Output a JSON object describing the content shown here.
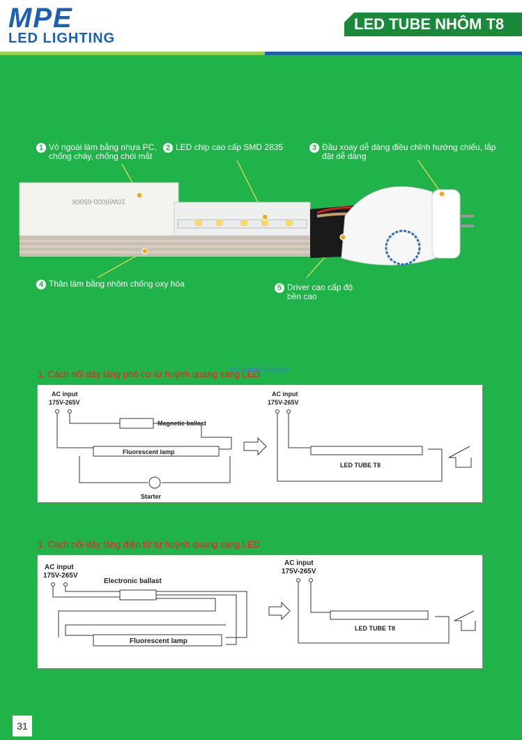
{
  "header": {
    "logo_main": "MPE",
    "logo_sub": "LED LIGHTING",
    "title": "LED TUBE NHÔM T8"
  },
  "features": [
    {
      "number": "1",
      "text": "Vỏ ngoài làm bằng nhựa PC, chống cháy, chống chói mắt"
    },
    {
      "number": "2",
      "text": "LED chip cao cấp SMD 2835"
    },
    {
      "number": "3",
      "text": "Đầu xoay dễ dàng điều chỉnh hướng chiếu, lắp đặt dễ dàng"
    },
    {
      "number": "4",
      "text": "Thân làm bằng nhôm chống oxy hóa"
    },
    {
      "number": "5",
      "text": "Driver cao cấp độ bền cao"
    }
  ],
  "product_print": {
    "line1": "10W|6000-6500K"
  },
  "watermark": "denmpeledled.vn",
  "diagram1": {
    "title": "1. Cách nối dây tăng phô cơ từ huỳnh quang sang LED",
    "ac_input": "AC input",
    "voltage": "175V-265V",
    "ballast": "Magnetic ballast",
    "lamp": "Fluorescent lamp",
    "starter": "Starter",
    "led_tube": "LED TUBE T8"
  },
  "diagram2": {
    "title": "1. Cách nối dây tăng điện tử từ huỳnh quang sang LED",
    "ac_input": "AC input",
    "voltage": "175V-265V",
    "ballast": "Electronic ballast",
    "lamp": "Fluorescent lamp",
    "led_tube": "LED TUBE T8"
  },
  "page_number": "31",
  "colors": {
    "background": "#1fb34a",
    "brand_blue": "#1b5fb7",
    "title_green": "#1a8a3a",
    "section_red": "#e4231b"
  }
}
